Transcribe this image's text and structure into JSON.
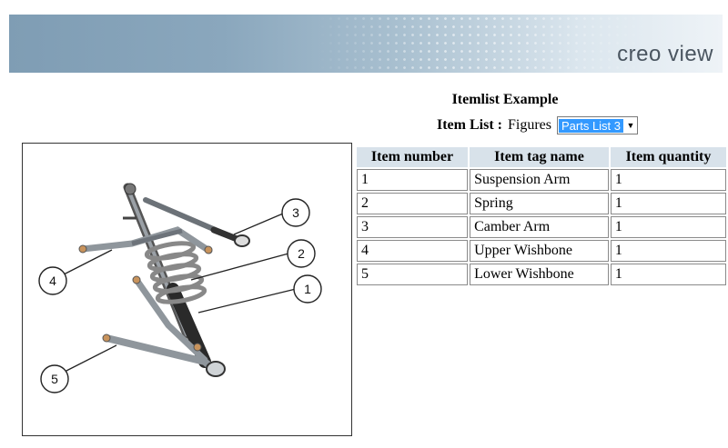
{
  "banner": {
    "brand": "creo view"
  },
  "page": {
    "title": "Itemlist Example",
    "item_list_label": "Item List :",
    "item_list_context": "Figures",
    "parts_list_selected": "Parts List 3"
  },
  "figure": {
    "callouts": [
      "1",
      "2",
      "3",
      "4",
      "5"
    ]
  },
  "table": {
    "headers": [
      "Item number",
      "Item tag name",
      "Item quantity"
    ],
    "rows": [
      {
        "number": "1",
        "tag": "Suspension Arm",
        "qty": "1"
      },
      {
        "number": "2",
        "tag": "Spring",
        "qty": "1"
      },
      {
        "number": "3",
        "tag": "Camber Arm",
        "qty": "1"
      },
      {
        "number": "4",
        "tag": "Upper Wishbone",
        "qty": "1"
      },
      {
        "number": "5",
        "tag": "Lower Wishbone",
        "qty": "1"
      }
    ]
  }
}
